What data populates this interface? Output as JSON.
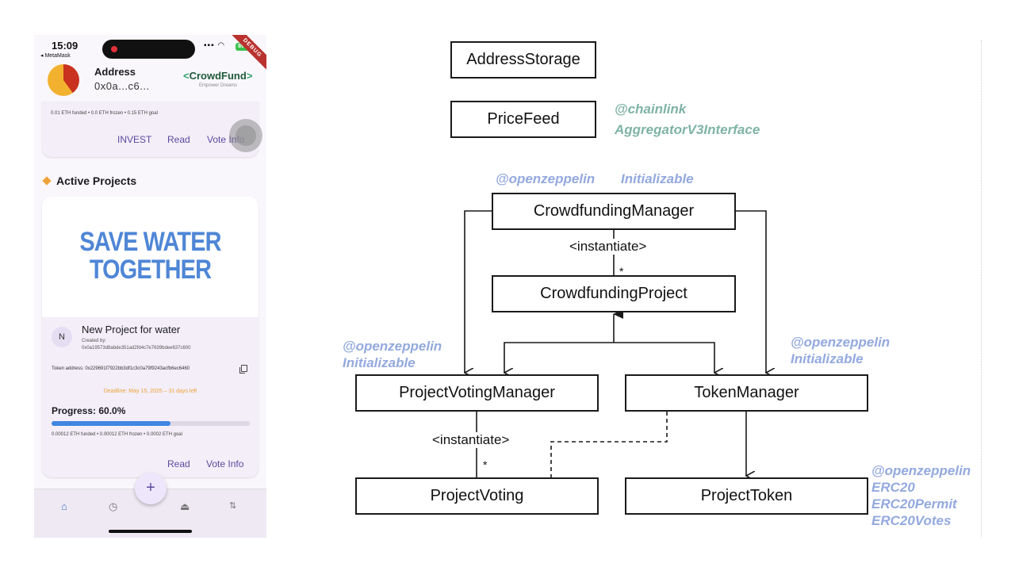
{
  "phone": {
    "status": {
      "time": "15:09",
      "back_app": "◂ MetaMask",
      "battery": "89+",
      "debug": "DEBUG"
    },
    "header": {
      "address_label": "Address",
      "address_value": "0x0a...c6...",
      "brand": "CrowdFund",
      "brand_tagline": "Empower Dreams"
    },
    "top_card": {
      "funding": "0.01 ETH funded • 0.0 ETH frozen • 0.15 ETH goal",
      "actions": [
        "INVEST",
        "Read",
        "Vote Info"
      ]
    },
    "section_title": "Active Projects",
    "project": {
      "banner": "SAVE WATER TOGETHER",
      "avatar_letter": "N",
      "name": "New Project for water",
      "created_label": "Created by:",
      "created_address": "0x0a19573d8abde351ad2fd4c7e7639bdee637c600",
      "token_address": "Token address: 0x229691f7922bb3df1c3c0a79f9243acfb6ec6460",
      "deadline": "Deadline: May 15, 2025 – 31 days left",
      "progress_label": "Progress: 60.0%",
      "progress_percent": 60,
      "funding": "0.00012 ETH funded • 0.00012 ETH frozen • 0.0002 ETH goal",
      "actions": [
        "Read",
        "Vote Info"
      ]
    },
    "fab_label": "+",
    "nav_icons": [
      "home-icon",
      "history-icon",
      "profile-icon",
      "transfer-icon"
    ],
    "accent": "#5b4ba0",
    "progress_color": "#3f86e0"
  },
  "diagram": {
    "boxes": {
      "address_storage": "AddressStorage",
      "price_feed": "PriceFeed",
      "crowdfunding_manager": "CrowdfundingManager",
      "crowdfunding_project": "CrowdfundingProject",
      "project_voting_manager": "ProjectVotingManager",
      "token_manager": "TokenManager",
      "project_voting": "ProjectVoting",
      "project_token": "ProjectToken"
    },
    "notes": {
      "chainlink": [
        "@chainlink",
        "AggregatorV3Interface"
      ],
      "manager_oz": "@openzeppelin",
      "manager_init": "Initializable",
      "voting_mgr": [
        "@openzeppelin",
        "Initializable"
      ],
      "token_mgr": [
        "@openzeppelin",
        "Initializable"
      ],
      "token": [
        "@openzeppelin",
        "ERC20",
        "ERC20Permit",
        "ERC20Votes"
      ]
    },
    "edge_labels": {
      "instantiate_1": "<instantiate>",
      "instantiate_2": "<instantiate>",
      "mult_1": "*",
      "mult_2": "*"
    },
    "colors": {
      "teal_note": "#7fb3a6",
      "blue_note": "#93a9df"
    }
  }
}
